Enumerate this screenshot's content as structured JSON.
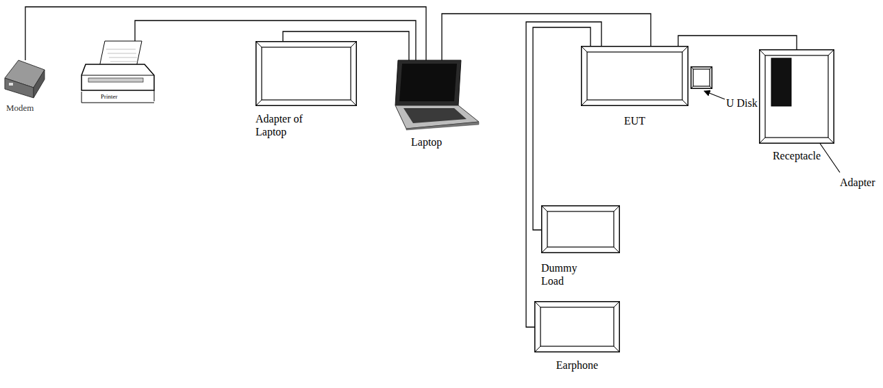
{
  "diagram": {
    "nodes": [
      {
        "text": [
          "Modem"
        ]
      },
      {
        "text": [
          "Printer"
        ]
      },
      {
        "text": [
          "Adapter of Laptop"
        ]
      },
      {
        "text": [
          "Laptop"
        ]
      },
      {
        "text": [
          "EUT"
        ]
      },
      {
        "text": [
          "U Disk"
        ]
      },
      {
        "text": [
          "Receptacle"
        ]
      },
      {
        "text": [
          "Adapter"
        ],
        "in": 6
      },
      {
        "text": [
          "Dummy Load"
        ]
      },
      {
        "text": [
          "Earphone"
        ]
      }
    ],
    "edges": [
      {
        "from": 0,
        "to": 3,
        "arrow": "none"
      },
      {
        "from": 1,
        "to": 3,
        "arrow": "none"
      },
      {
        "from": 2,
        "to": 3,
        "arrow": "none"
      },
      {
        "from": 3,
        "to": 4,
        "arrow": "none"
      },
      {
        "from": 4,
        "to": 6,
        "arrow": "none"
      },
      {
        "from": 4,
        "to": 8,
        "arrow": "none"
      },
      {
        "from": 4,
        "to": 9,
        "arrow": "none"
      }
    ]
  }
}
